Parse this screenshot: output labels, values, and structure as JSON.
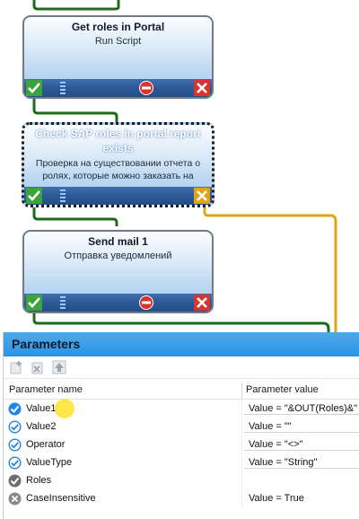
{
  "workflow": {
    "nodes": [
      {
        "title": "Get roles in Portal",
        "subtitle": "Run Script"
      },
      {
        "title": "Check SAP roles in portal report exists",
        "subtitle": "Проверка на существовании отчета о ролях, которые можно заказать на"
      },
      {
        "title": "Send mail 1",
        "subtitle": "Отправка уведомлений"
      }
    ],
    "colors": {
      "wire_success": "#1d6b1d",
      "wire_other": "#d9a81a",
      "bar": "#2d5a96",
      "ok": "#3aa53a",
      "cancel": "#d8342b",
      "other": "#e3a21a"
    }
  },
  "panel": {
    "title": "Parameters",
    "toolbar": [
      "add-icon",
      "remove-icon",
      "move-up-icon"
    ],
    "columns": {
      "name": "Parameter name",
      "value": "Parameter value"
    },
    "rows": [
      {
        "name": "Value1",
        "value": "Value = \"&OUT(Roles)&\"",
        "icon": "check-circle-blue-filled"
      },
      {
        "name": "Value2",
        "value": "Value = \"\"",
        "icon": "check-circle-blue-outline"
      },
      {
        "name": "Operator",
        "value": "Value = \"<>\"",
        "icon": "check-circle-blue-outline"
      },
      {
        "name": "ValueType",
        "value": "Value = \"String\"",
        "icon": "check-circle-blue-outline"
      },
      {
        "name": "Roles",
        "value": "",
        "icon": "check-circle-gray"
      },
      {
        "name": "CaseInsensitive",
        "value": "Value = True",
        "icon": "x-circle-gray"
      }
    ]
  }
}
